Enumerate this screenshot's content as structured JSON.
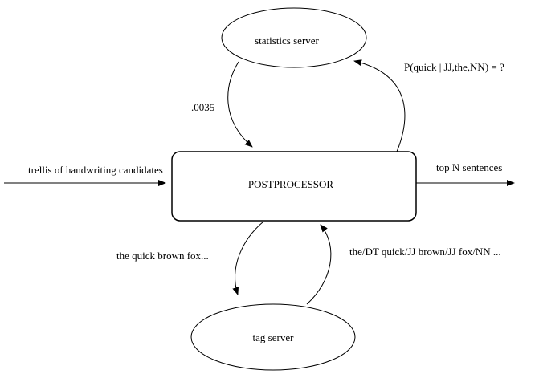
{
  "diagram": {
    "nodes": {
      "statistics_server": "statistics server",
      "postprocessor": "POSTPROCESSOR",
      "tag_server": "tag server"
    },
    "edge_labels": {
      "stats_query": "P(quick | JJ,the,NN) = ?",
      "stats_response": ".0035",
      "input": "trellis of handwriting candidates",
      "output": "top N sentences",
      "tag_query": "the quick brown fox...",
      "tag_response": "the/DT quick/JJ brown/JJ fox/NN ..."
    },
    "colors": {
      "line": "#000000",
      "background": "#ffffff",
      "text": "#000000"
    }
  }
}
